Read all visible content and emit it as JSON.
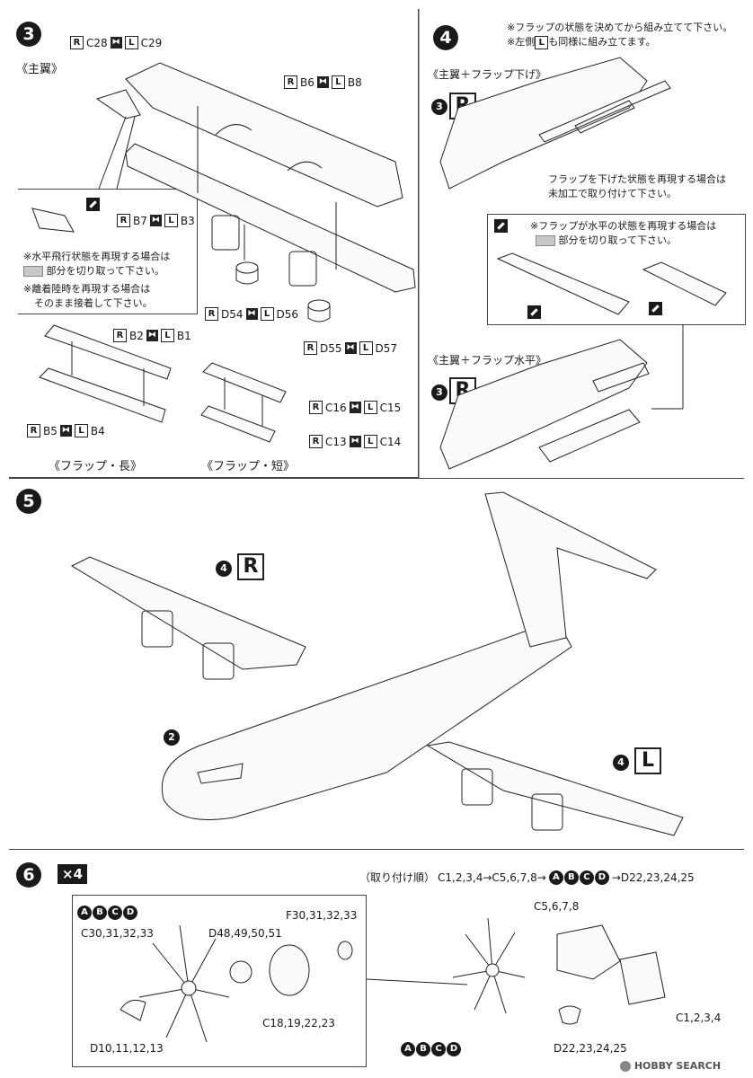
{
  "step3": {
    "number": "3",
    "main_wing_label": "《主翼》",
    "parts": {
      "c28_c29": {
        "r": "C28",
        "l": "C29"
      },
      "b6_b8": {
        "r": "B6",
        "l": "B8"
      },
      "b7_b3": {
        "r": "B7",
        "l": "B3"
      },
      "d54_d56": {
        "r": "D54",
        "l": "D56"
      },
      "d55_d57": {
        "r": "D55",
        "l": "D57"
      },
      "b2_b1": {
        "r": "B2",
        "l": "B1"
      },
      "b5_b4": {
        "r": "B5",
        "l": "B4"
      },
      "c16_c15": {
        "r": "C16",
        "l": "C15"
      },
      "c13_c14": {
        "r": "C13",
        "l": "C14"
      }
    },
    "note_level_flight_1": "※水平飛行状態を再現する場合は",
    "note_level_flight_2": "部分を切り取って下さい。",
    "note_takeoff_1": "※離着陸時を再現する場合は",
    "note_takeoff_2": "そのまま接着して下さい。",
    "flap_long_label": "《フラップ・長》",
    "flap_short_label": "《フラップ・短》"
  },
  "step4": {
    "number": "4",
    "note_1": "※フラップの状態を決めてから組み立てて下さい。",
    "note_2a": "※左側",
    "note_2b": "も同様に組み立てます。",
    "flap_down_label": "《主翼＋フラップ下げ》",
    "flap_down_note_1": "フラップを下げた状態を再現する場合は",
    "flap_down_note_2": "未加工で取り付けて下さい。",
    "flap_level_note_1": "※フラップが水平の状態を再現する場合は",
    "flap_level_note_2": "部分を切り取って下さい。",
    "flap_level_label": "《主翼＋フラップ水平》",
    "ref_step": "3",
    "side_letter": "R",
    "left_letter": "L"
  },
  "step5": {
    "number": "5",
    "ref_wing": "4",
    "right_letter": "R",
    "left_letter": "L",
    "ref_body": "2"
  },
  "step6": {
    "number": "6",
    "multiplier": "×4",
    "order_label": "（取り付け順）",
    "order_sequence": "C1,2,3,4→C5,6,7,8→",
    "order_end": "→D22,23,24,25",
    "abcd": [
      "A",
      "B",
      "C",
      "D"
    ],
    "parts": {
      "c30": "C30,31,32,33",
      "d48": "D48,49,50,51",
      "f30": "F30,31,32,33",
      "c18": "C18,19,22,23",
      "d10": "D10,11,12,13",
      "c5": "C5,6,7,8",
      "c1": "C1,2,3,4",
      "d22": "D22,23,24,25"
    }
  },
  "watermark": "HOBBY SEARCH"
}
